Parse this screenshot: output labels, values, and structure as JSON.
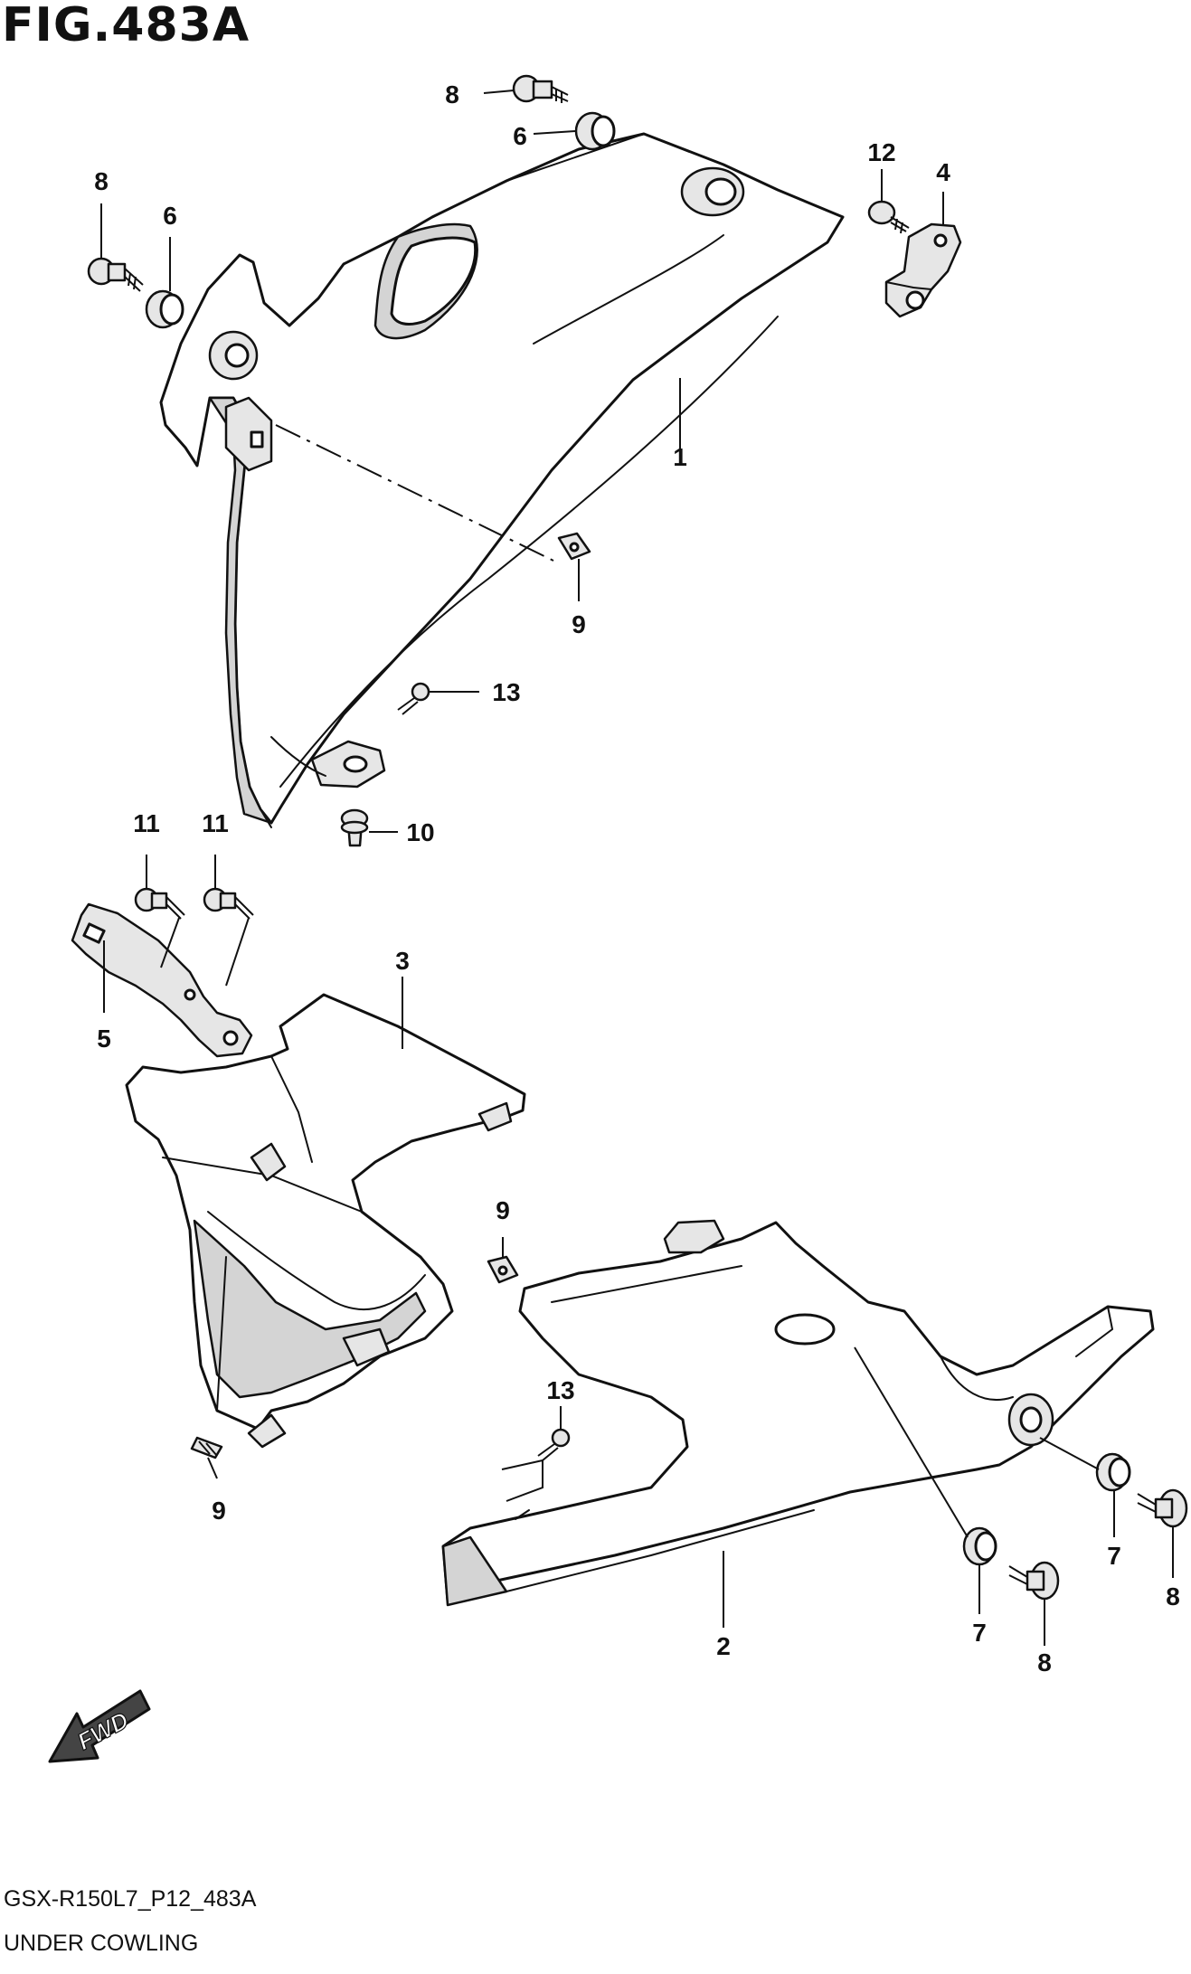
{
  "figure": {
    "title": "FIG.483A",
    "code": "GSX-R150L7_P12_483A",
    "name": "UNDER COWLING"
  },
  "direction_arrow": {
    "label": "FWD",
    "icon": "fwd-arrow-icon"
  },
  "callouts": {
    "c1": "1",
    "c2": "2",
    "c3": "3",
    "c4": "4",
    "c5": "5",
    "c6a": "6",
    "c6b": "6",
    "c7a": "7",
    "c7b": "7",
    "c8a": "8",
    "c8b": "8",
    "c8c": "8",
    "c8d": "8",
    "c9a": "9",
    "c9b": "9",
    "c9c": "9",
    "c10": "10",
    "c11a": "11",
    "c11b": "11",
    "c12": "12",
    "c13a": "13",
    "c13b": "13"
  },
  "colors": {
    "line": "#111111",
    "shade": "#d4d4d4",
    "background": "#ffffff"
  }
}
